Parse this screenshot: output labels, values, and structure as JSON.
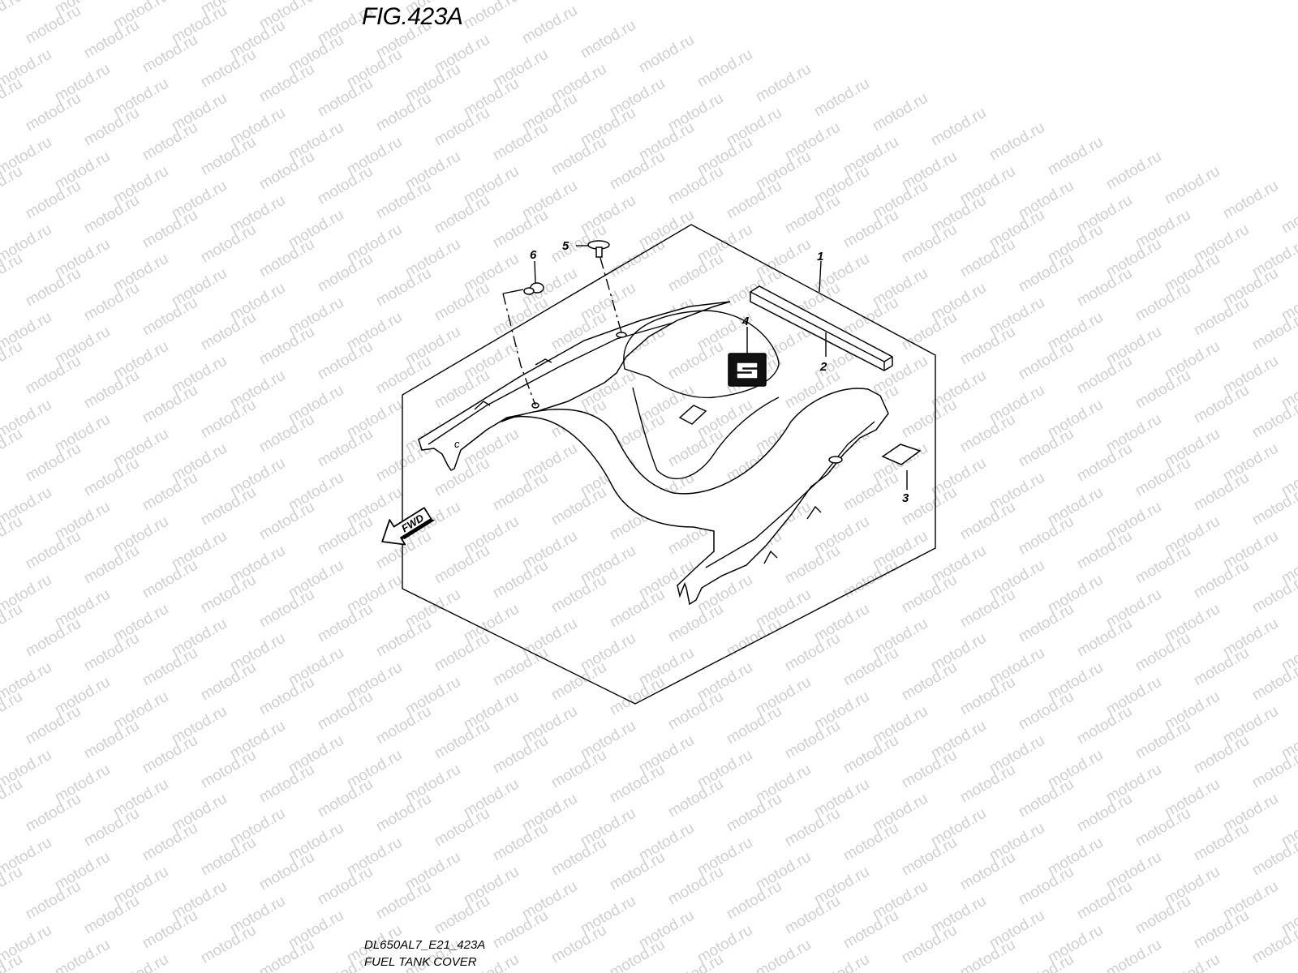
{
  "figure": {
    "title": "FIG.423A",
    "model_code": "DL650AL7_E21_423A",
    "caption": "FUEL TANK COVER"
  },
  "watermark": {
    "text": "motod.ru",
    "color": "#cfcfcf"
  },
  "callouts": [
    {
      "number": "1",
      "part": "fuel-tank-cover-set"
    },
    {
      "number": "2",
      "part": "cushion-strip"
    },
    {
      "number": "3",
      "part": "pad"
    },
    {
      "number": "4",
      "part": "suzuki-emblem"
    },
    {
      "number": "5",
      "part": "bolt"
    },
    {
      "number": "6",
      "part": "fastener-clip"
    }
  ],
  "direction_indicator": {
    "label": "FWD",
    "icon": "forward-arrow-icon"
  }
}
